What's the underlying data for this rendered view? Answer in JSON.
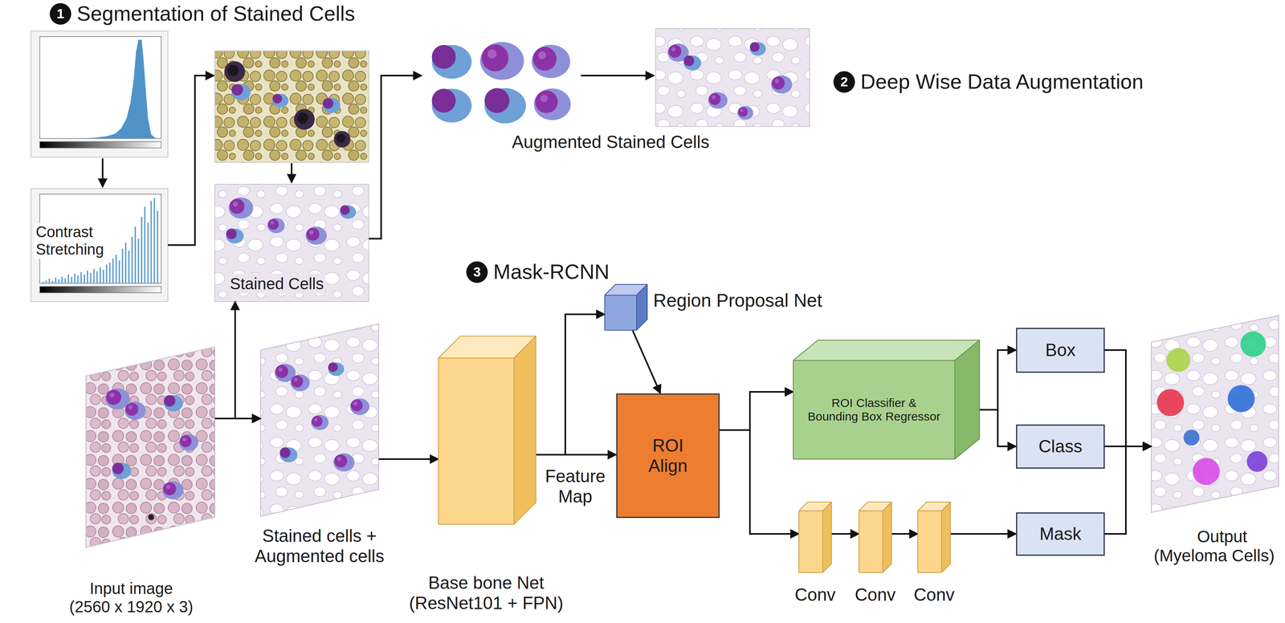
{
  "diagram": {
    "nodes": [
      {
        "text": [
          "1",
          "Segmentation of Stained Cells"
        ]
      },
      {
        "text": [
          "Contrast Stretching"
        ]
      },
      {
        "text": [
          "Stained Cells"
        ]
      },
      {
        "text": [
          "2",
          "Deep Wise Data Augmentation"
        ]
      },
      {
        "text": [
          "Augmented Stained Cells"
        ]
      },
      {
        "text": [
          "3",
          "Mask-RCNN"
        ]
      },
      {
        "text": [
          "Input image (2560 x 1920 x 3)"
        ]
      },
      {
        "text": [
          "Stained cells + Augmented cells"
        ]
      },
      {
        "text": [
          "Base bone Net (ResNet101 + FPN)"
        ]
      },
      {
        "text": [
          "Region Proposal Net"
        ]
      },
      {
        "text": [
          "ROI Align"
        ]
      },
      {
        "text": [
          "ROI Classifier & Bounding Box Regressor"
        ]
      },
      {
        "text": [
          "Box"
        ]
      },
      {
        "text": [
          "Class"
        ]
      },
      {
        "text": [
          "Mask"
        ]
      },
      {
        "text": [
          "Conv"
        ]
      },
      {
        "text": [
          "Conv"
        ]
      },
      {
        "text": [
          "Conv"
        ]
      },
      {
        "text": [
          "Output (Myeloma Cells)"
        ]
      }
    ],
    "edges": [
      {
        "from": 2,
        "to": 4,
        "arrow": "to"
      },
      {
        "from": 2,
        "to": 7,
        "arrow": "both"
      },
      {
        "from": 6,
        "to": 7,
        "arrow": "to"
      },
      {
        "from": 7,
        "to": 8,
        "arrow": "to"
      },
      {
        "from": 8,
        "to": 9,
        "arrow": "to"
      },
      {
        "from": 8,
        "to": 10,
        "label": "Feature Map",
        "arrow": "to"
      },
      {
        "from": 9,
        "to": 10,
        "arrow": "to"
      },
      {
        "from": 10,
        "to": 11,
        "arrow": "to"
      },
      {
        "from": 10,
        "to": 15,
        "arrow": "to"
      },
      {
        "from": 15,
        "to": 16,
        "arrow": "to"
      },
      {
        "from": 16,
        "to": 17,
        "arrow": "to"
      },
      {
        "from": 17,
        "to": 14,
        "arrow": "to"
      },
      {
        "from": 11,
        "to": 12,
        "arrow": "to"
      },
      {
        "from": 11,
        "to": 13,
        "arrow": "to"
      },
      {
        "from": 12,
        "to": 18,
        "arrow": "to"
      },
      {
        "from": 13,
        "to": 18,
        "arrow": "to"
      },
      {
        "from": 14,
        "to": 18,
        "arrow": "to"
      }
    ]
  }
}
